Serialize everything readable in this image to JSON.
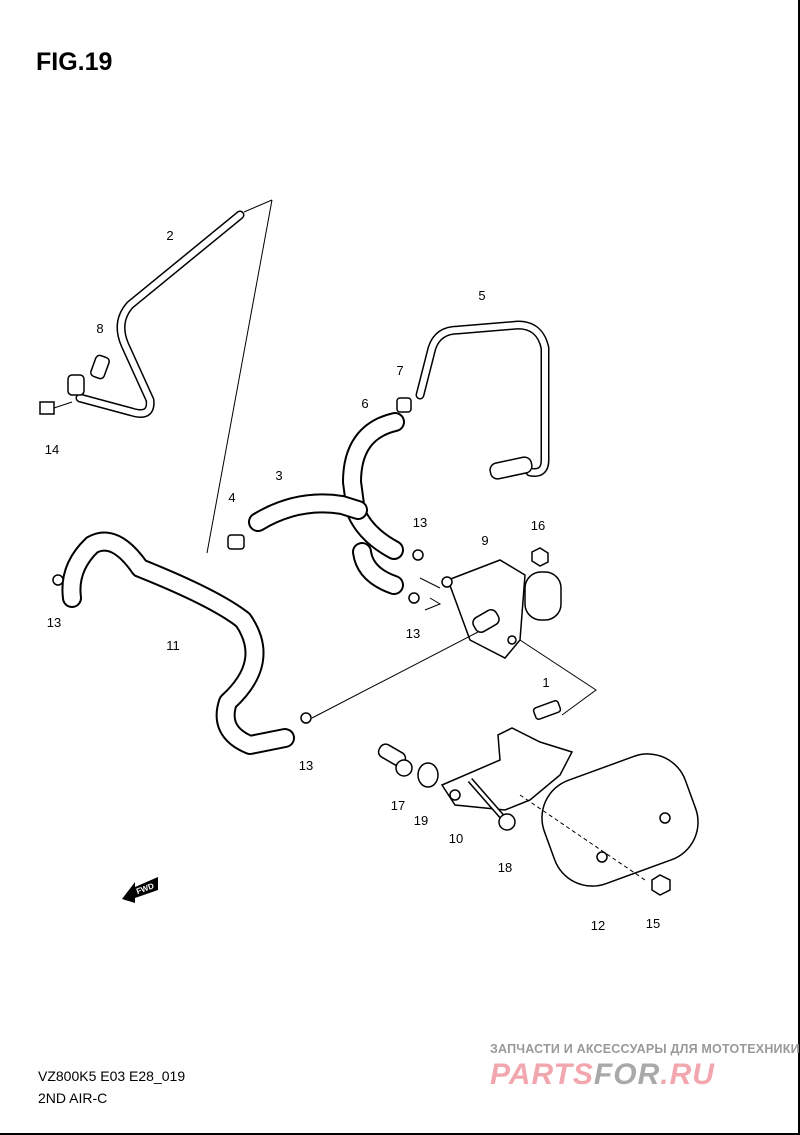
{
  "figure": {
    "title": "FIG.19"
  },
  "callouts": [
    {
      "id": "c2",
      "label": "2"
    },
    {
      "id": "c8",
      "label": "8"
    },
    {
      "id": "c14",
      "label": "14"
    },
    {
      "id": "c5",
      "label": "5"
    },
    {
      "id": "c7",
      "label": "7"
    },
    {
      "id": "c6",
      "label": "6"
    },
    {
      "id": "c3",
      "label": "3"
    },
    {
      "id": "c4",
      "label": "4"
    },
    {
      "id": "c13a",
      "label": "13"
    },
    {
      "id": "c16",
      "label": "16"
    },
    {
      "id": "c9",
      "label": "9"
    },
    {
      "id": "c13b",
      "label": "13"
    },
    {
      "id": "c11",
      "label": "11"
    },
    {
      "id": "c13c",
      "label": "13"
    },
    {
      "id": "c1",
      "label": "1"
    },
    {
      "id": "c13d",
      "label": "13"
    },
    {
      "id": "c17",
      "label": "17"
    },
    {
      "id": "c19",
      "label": "19"
    },
    {
      "id": "c10",
      "label": "10"
    },
    {
      "id": "c18",
      "label": "18"
    },
    {
      "id": "c12",
      "label": "12"
    },
    {
      "id": "c15",
      "label": "15"
    }
  ],
  "fwd_arrow": {
    "label": "FWD"
  },
  "footer": {
    "code": "VZ800K5 E03 E28_019",
    "name": "2ND AIR-C"
  },
  "watermark": {
    "subtitle": "ЗАПЧАСТИ И АКСЕССУАРЫ ДЛЯ МОТОТЕХНИКИ",
    "logo_part1": "PARTS",
    "logo_part2": "FOR",
    "logo_part3": ".RU"
  }
}
